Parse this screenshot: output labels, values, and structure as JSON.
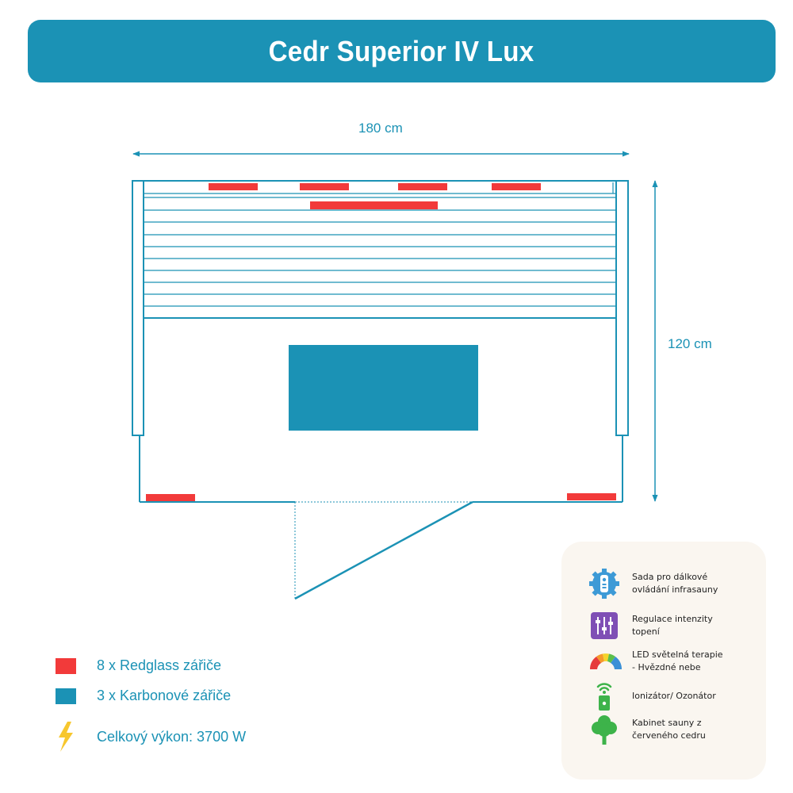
{
  "title": "Cedr Superior IV Lux",
  "dimensions": {
    "width_label": "180 cm",
    "depth_label": "120 cm"
  },
  "legend": [
    {
      "text": "8 x Redglass zářiče",
      "color": "#f23a3a"
    },
    {
      "text": "3 x Karbonové zářiče",
      "color": "#1b92b5"
    },
    {
      "text": "Celkový výkon: 3700 W",
      "color": "#f7c72e"
    }
  ],
  "features": [
    {
      "icon": "remote-control-icon",
      "text": "Sada pro dálkové\novládání infrasauny"
    },
    {
      "icon": "sliders-icon",
      "text": "Regulace intenzity\ntopení"
    },
    {
      "icon": "rainbow-icon",
      "text": " LED světelná terapie\n - Hvězdné nebe"
    },
    {
      "icon": "ionizer-icon",
      "text": "Ionizátor/ Ozonátor"
    },
    {
      "icon": "tree-icon",
      "text": "Kabinet sauny z\nčerveného cedru"
    }
  ],
  "colors": {
    "accent": "#1b92b5",
    "redglass": "#f23a3a",
    "panel_bg": "#faf6f0"
  }
}
